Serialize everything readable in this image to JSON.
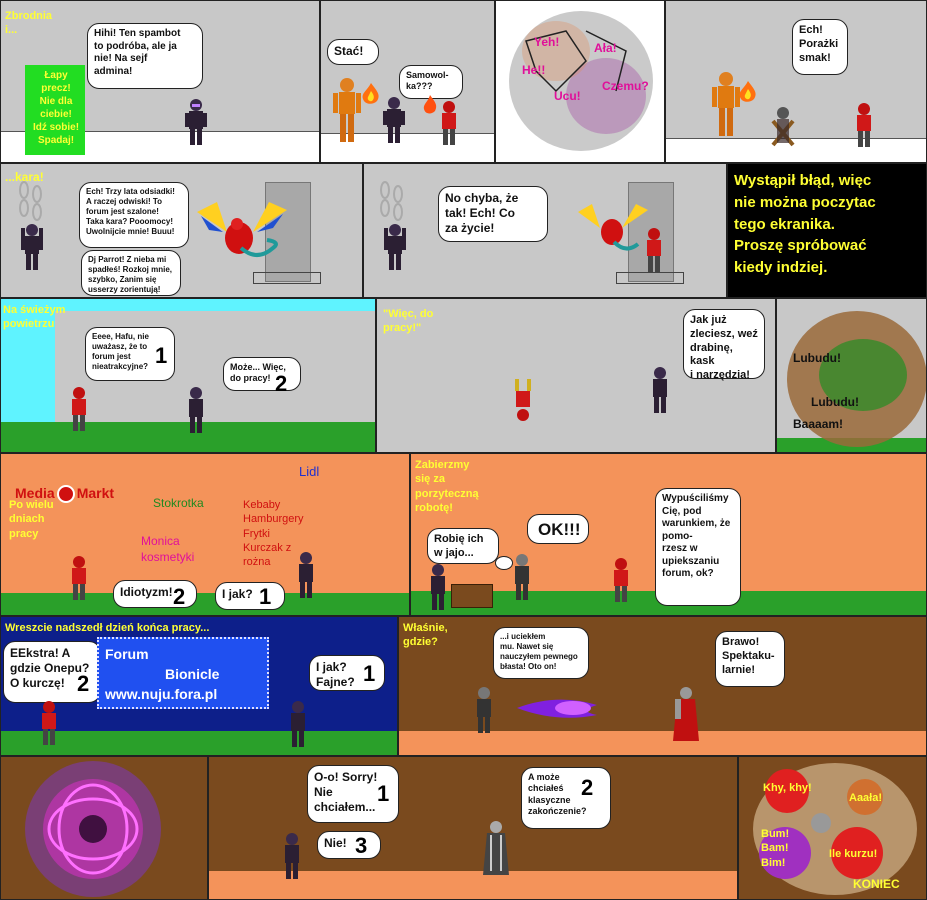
{
  "colors": {
    "red": "#d01010",
    "yellow": "#ffff33",
    "green": "#1f8a1f",
    "grass": "#2aa02a",
    "orange": "#f4935a",
    "navy": "#0d1f8a",
    "brown": "#7a4a1e",
    "cyan": "#5ff3ff",
    "magenta": "#e0109a",
    "black": "#111111"
  },
  "panels": {
    "p1": {
      "caption": "Zbrodnia\ni...",
      "sign": "Łapy\nprecz!\nNie dla\nciebie!\nIdź sobie!\nSpadaj!",
      "bubble": "Hihi! Ten spambot\nto podróba, ale ja\nnie! Na sejf\nadmina!"
    },
    "p2": {
      "bubble1": "Stać!",
      "bubble2": "Samowol-\nka???"
    },
    "p3": {
      "sfx": [
        "Yeh!",
        "Ała!",
        "He!!",
        "Czemu?",
        "Ucu!"
      ]
    },
    "p4": {
      "bubble": "Ech!\nPorażki\nsmak!"
    },
    "p5": {
      "caption": "...kara!",
      "bubble1": "Ech! Trzy lata odsiadki!\nA raczej odwiski! To\nforum jest szalone!\nTaka kara? Pooomocy!\nUwolnijcie mnie! Buuu!",
      "bubble2": "Dj Parrot! Z nieba mi\nspadłeś! Rozkoj mnie,\nszybko, Zanim się\nusserzy zorientują!"
    },
    "p6": {
      "bubble": "No chyba, że\ntak! Ech! Co\nza życie!"
    },
    "p7": {
      "text": "Wystąpił błąd, więc\nnie można poczytac\ntego ekranika.\nProszę spróbować\nkiedy indziej."
    },
    "p8": {
      "caption": "Na świeżym\npowietrzu",
      "bubble1": "Eeee, Hafu, nie\nuważasz, że to\nforum jest\nnieatrakcyjne?",
      "num1": "1",
      "bubble2": "Może... Więc,\ndo pracy!",
      "num2": "2"
    },
    "p9": {
      "caption": "\"Więc, do\npracy!\"",
      "bubble": "Jak już\nzleciesz, weź\ndrabinę, kask\ni narzędzia!"
    },
    "p10": {
      "sfx": [
        "Lubudu!",
        "Lubudu!",
        "Baaaam!"
      ]
    },
    "p11": {
      "brand1": "Media",
      "brand2": "Markt",
      "shop_lidl": "Lidl",
      "shop_stokrotka": "Stokrotka",
      "shop_monica": "Monica\nkosmetyki",
      "shop_food": "Kebaby\nHamburgery\nFrytki\nKurczak z\nrożna",
      "caption": "Po wielu\ndniach\npracy",
      "bubble1": "Idiotyzm!",
      "num1": "2",
      "bubble2": "I jak?",
      "num2": "1"
    },
    "p12": {
      "caption": "Zabierzmy\nsię za\nporzyteczną\nrobotę!",
      "bubble1": "Robię ich\nw jajo...",
      "bubble2": "OK!!!",
      "bubble3": "Wypuściliśmy\nCię, pod\nwarunkiem, że\npomo-\nrzesz w\nupiekszaniu\nforum, ok?"
    },
    "p13": {
      "caption": "Wreszcie nadszedł dzień końca pracy...",
      "bubble1": "EEkstra! A\ngdzie Onepu?\nO kurczę!",
      "num1": "2",
      "sign_line1": "Forum",
      "sign_line2": "Bionicle",
      "sign_line3": "www.nuju.fora.pl",
      "bubble2": "I jak?\nFajne?",
      "num2": "1"
    },
    "p14": {
      "caption": "Właśnie,\ngdzie?",
      "bubble1": "...i uciekłem\nmu. Nawet się\nnauczyłem pewnego\nbłasta! Oto on!",
      "bubble2": "Brawo!\nSpektaku-\nlarnie!"
    },
    "p16": {
      "bubble1": "O-o! Sorry!\nNie\nchciałem...",
      "num1": "1",
      "bubble2": "Nie!",
      "num2": "3",
      "bubble3": "A może\nchciałeś\nklasyczne\nzakończenie?",
      "num3": "2"
    },
    "p17": {
      "sfx": [
        "Khy, khy!",
        "Aaała!",
        "Bum!\nBam!\nBim!",
        "Ile kurzu!"
      ],
      "ending": "KONIEC"
    }
  }
}
